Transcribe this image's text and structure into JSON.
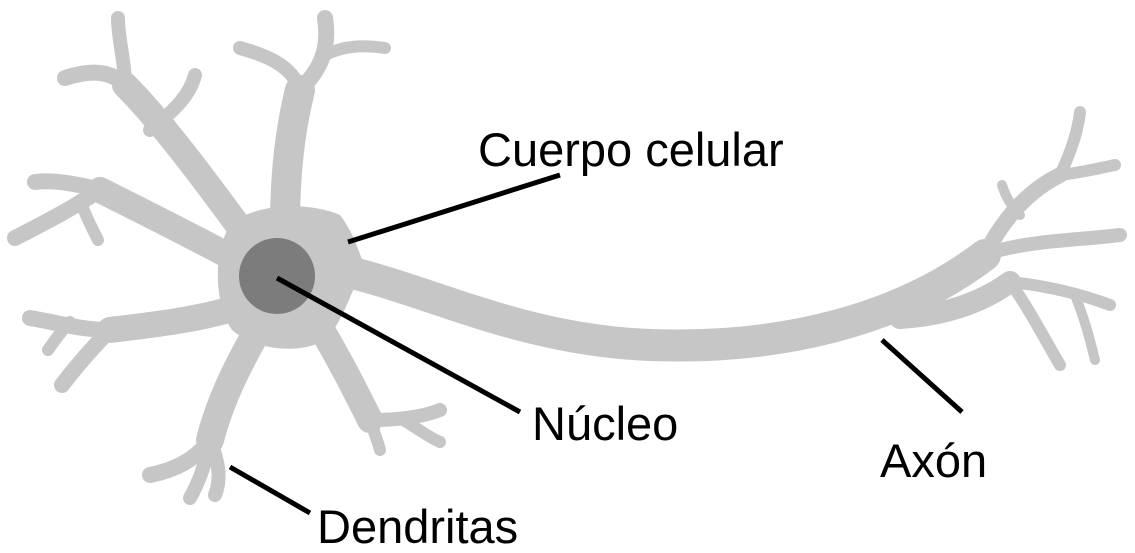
{
  "labels": {
    "cell_body": "Cuerpo celular",
    "nucleus": "Núcleo",
    "axon": "Axón",
    "dendrites": "Dendritas"
  },
  "colors": {
    "cell": "#c6c6c6",
    "nucleus": "#7c7c7c",
    "line": "#000000",
    "text": "#000000",
    "background": "#ffffff"
  }
}
